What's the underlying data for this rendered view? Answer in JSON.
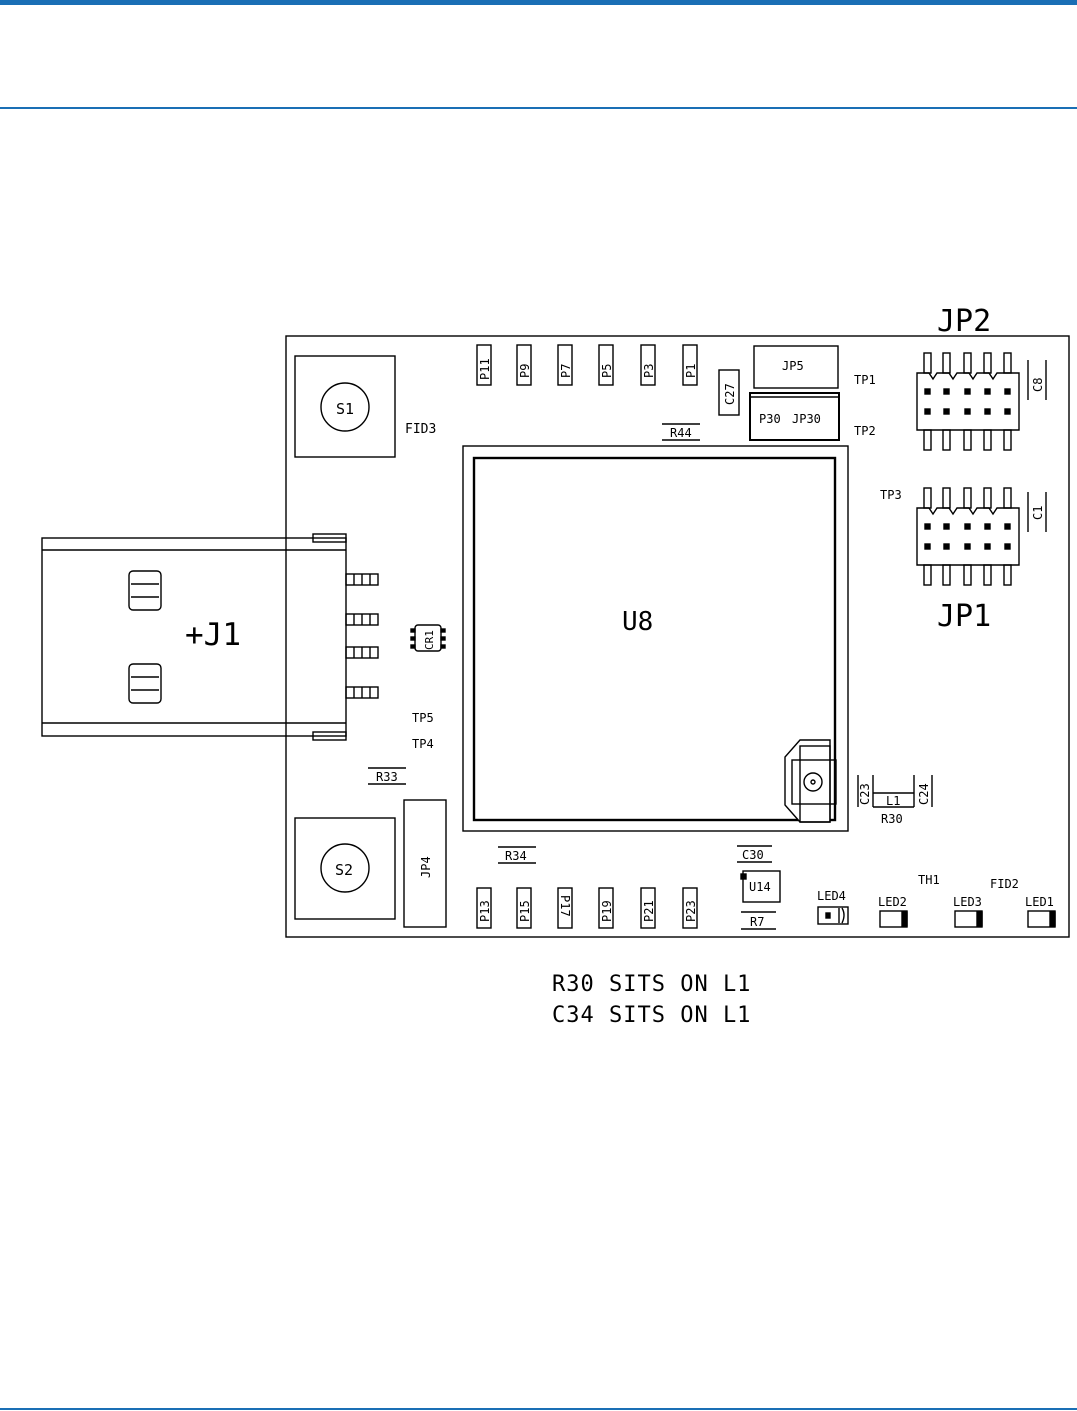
{
  "colors": {
    "rule": "#1a6fb5",
    "ink": "#000000",
    "background": "#ffffff"
  },
  "labels": {
    "jp2": "JP2",
    "jp1": "JP1",
    "u8": "U8",
    "j1": "+J1",
    "s1": "S1",
    "s2": "S2",
    "fid3": "FID3",
    "fid2": "FID2",
    "tp1": "TP1",
    "tp2": "TP2",
    "tp3": "TP3",
    "tp4": "TP4",
    "tp5": "TP5",
    "jp5": "JP5",
    "p30": "P30",
    "jp30": "JP30",
    "jp4": "JP4",
    "c27": "C27",
    "c8": "C8",
    "c1": "C1",
    "c23": "C23",
    "c24": "C24",
    "c30": "C30",
    "l1": "L1",
    "r30": "R30",
    "r44": "R44",
    "r33": "R33",
    "r34": "R34",
    "r7": "R7",
    "u14": "U14",
    "cr1": "CR1",
    "th1": "TH1",
    "led1": "LED1",
    "led2": "LED2",
    "led3": "LED3",
    "led4": "LED4",
    "top_pads": [
      "P11",
      "P9",
      "P7",
      "P5",
      "P3",
      "P1"
    ],
    "bottom_pads": [
      "P13",
      "P15",
      "P17",
      "P19",
      "P21",
      "P23"
    ]
  },
  "notes": [
    "R30 SITS ON L1",
    "C34 SITS ON L1"
  ]
}
